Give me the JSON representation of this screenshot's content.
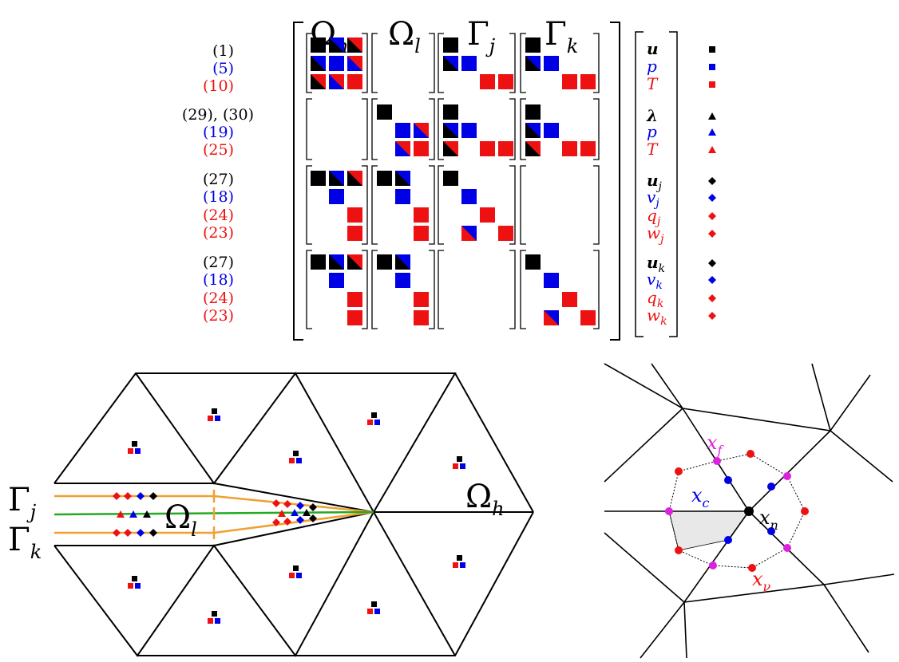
{
  "colors": {
    "black": "#000000",
    "blue": "#0000e6",
    "red": "#ee1111",
    "orange": "#f0a030",
    "green": "#22aa22",
    "magenta": "#e020e0",
    "shade": "#e8e8e8"
  },
  "matrix": {
    "col_headers": [
      "Ω",
      "h",
      "Ω",
      "l",
      "Γ",
      "j",
      "Γ",
      "k"
    ],
    "row_labels": [
      [
        "(1)",
        "(5)",
        "(10)"
      ],
      [
        "(29), (30)",
        "(19)",
        "(25)"
      ],
      [
        "(27)",
        "(18)",
        "(24)",
        "(23)"
      ],
      [
        "(27)",
        "(18)",
        "(24)",
        "(23)"
      ]
    ],
    "unknowns": [
      {
        "sym": "u",
        "sub": ""
      },
      {
        "sym": "p",
        "sub": ""
      },
      {
        "sym": "T",
        "sub": ""
      },
      {
        "sym": "λ",
        "sub": ""
      },
      {
        "sym": "p",
        "sub": ""
      },
      {
        "sym": "T",
        "sub": ""
      },
      {
        "sym": "u",
        "sub": "j"
      },
      {
        "sym": "v",
        "sub": "j"
      },
      {
        "sym": "q",
        "sub": "j"
      },
      {
        "sym": "w",
        "sub": "j"
      },
      {
        "sym": "u",
        "sub": "k"
      },
      {
        "sym": "v",
        "sub": "k"
      },
      {
        "sym": "q",
        "sub": "k"
      },
      {
        "sym": "w",
        "sub": "k"
      }
    ],
    "markers": [
      "square",
      "square",
      "square",
      "triangle",
      "triangle",
      "triangle",
      "diamond",
      "diamond",
      "diamond",
      "diamond",
      "diamond",
      "diamond",
      "diamond",
      "diamond"
    ]
  },
  "mesh": {
    "omega_h": {
      "sym": "Ω",
      "sub": "h"
    },
    "omega_l": {
      "sym": "Ω",
      "sub": "l"
    },
    "gamma_j": {
      "sym": "Γ",
      "sub": "j"
    },
    "gamma_k": {
      "sym": "Γ",
      "sub": "k"
    }
  },
  "stencil": {
    "x_f": {
      "sym": "x",
      "sub": "f"
    },
    "x_c": {
      "sym": "x",
      "sub": "c"
    },
    "x_n": {
      "sym": "x",
      "sub": "n"
    },
    "x_nu": {
      "sym": "x",
      "sub": "ν"
    }
  }
}
